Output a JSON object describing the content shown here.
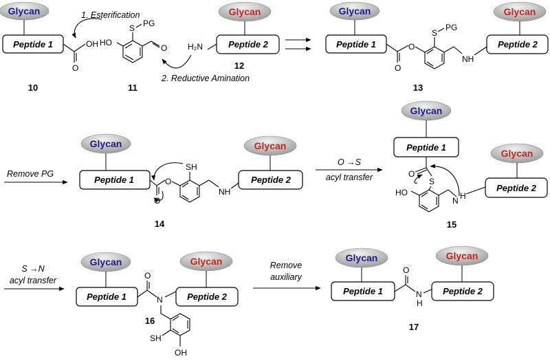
{
  "labels": {
    "glycan": "Glycan",
    "peptide1": "Peptide 1",
    "peptide2": "Peptide 2"
  },
  "colors": {
    "glycan1_text": "#1a1a8c",
    "glycan2_text": "#c0281e",
    "glycan_fill_light": "#f2f2f2",
    "glycan_fill_dark": "#9a9a9a"
  },
  "compounds": {
    "c10": "10",
    "c11": "11",
    "c12": "12",
    "c13": "13",
    "c14": "14",
    "c15": "15",
    "c16": "16",
    "c17": "17"
  },
  "conditions": {
    "esterification": "1. Esterification",
    "reductive_amination": "2. Reductive Amination",
    "remove_pg": "Remove PG",
    "o_to_s_line1": "O →S",
    "o_to_s_line2": "acyl transfer",
    "s_to_n_line1": "S →N",
    "s_to_n_line2": "acyl transfer",
    "remove_aux_line1": "Remove",
    "remove_aux_line2": "auxiliary"
  },
  "atoms": {
    "O": "O",
    "OH": "OH",
    "HO": "HO",
    "S": "S",
    "SH": "SH",
    "N": "N",
    "NH": "NH",
    "H": "H",
    "H2N": "H₂N",
    "PG": "PG"
  }
}
